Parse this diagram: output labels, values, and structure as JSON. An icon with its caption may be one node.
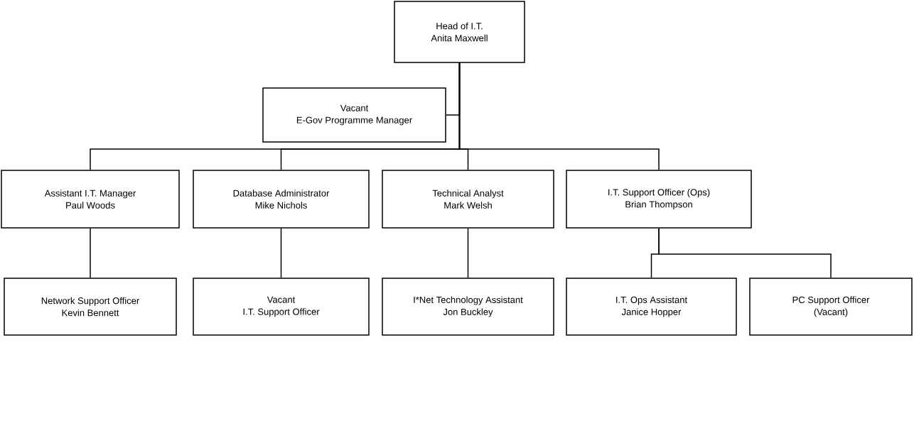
{
  "diagram": {
    "nodes": [
      {
        "text": [
          "Head of I.T.",
          "Anita Maxwell"
        ]
      },
      {
        "text": [
          "Vacant",
          "E-Gov Programme Manager"
        ]
      },
      {
        "text": [
          "Assistant I.T. Manager",
          "Paul Woods"
        ]
      },
      {
        "text": [
          "Database Administrator",
          "Mike Nichols"
        ]
      },
      {
        "text": [
          "Technical Analyst",
          "Mark Welsh"
        ]
      },
      {
        "text": [
          "I.T. Support Officer (Ops)",
          "Brian Thompson"
        ]
      },
      {
        "text": [
          "Network Support Officer",
          "Kevin Bennett"
        ]
      },
      {
        "text": [
          "Vacant",
          "I.T. Support Officer"
        ]
      },
      {
        "text": [
          "I*Net Technology Assistant",
          "Jon Buckley"
        ]
      },
      {
        "text": [
          "I.T. Ops Assistant",
          "Janice Hopper"
        ]
      },
      {
        "text": [
          "PC Support Officer",
          "(Vacant)"
        ]
      }
    ],
    "edges": [
      {
        "from": 0,
        "to": 1,
        "arrow": "none"
      },
      {
        "from": 0,
        "to": 2,
        "arrow": "none"
      },
      {
        "from": 0,
        "to": 3,
        "arrow": "none"
      },
      {
        "from": 0,
        "to": 4,
        "arrow": "none"
      },
      {
        "from": 0,
        "to": 5,
        "arrow": "none"
      },
      {
        "from": 2,
        "to": 6,
        "arrow": "none"
      },
      {
        "from": 3,
        "to": 7,
        "arrow": "none"
      },
      {
        "from": 4,
        "to": 8,
        "arrow": "none"
      },
      {
        "from": 5,
        "to": 9,
        "arrow": "none"
      },
      {
        "from": 5,
        "to": 10,
        "arrow": "none"
      }
    ]
  }
}
